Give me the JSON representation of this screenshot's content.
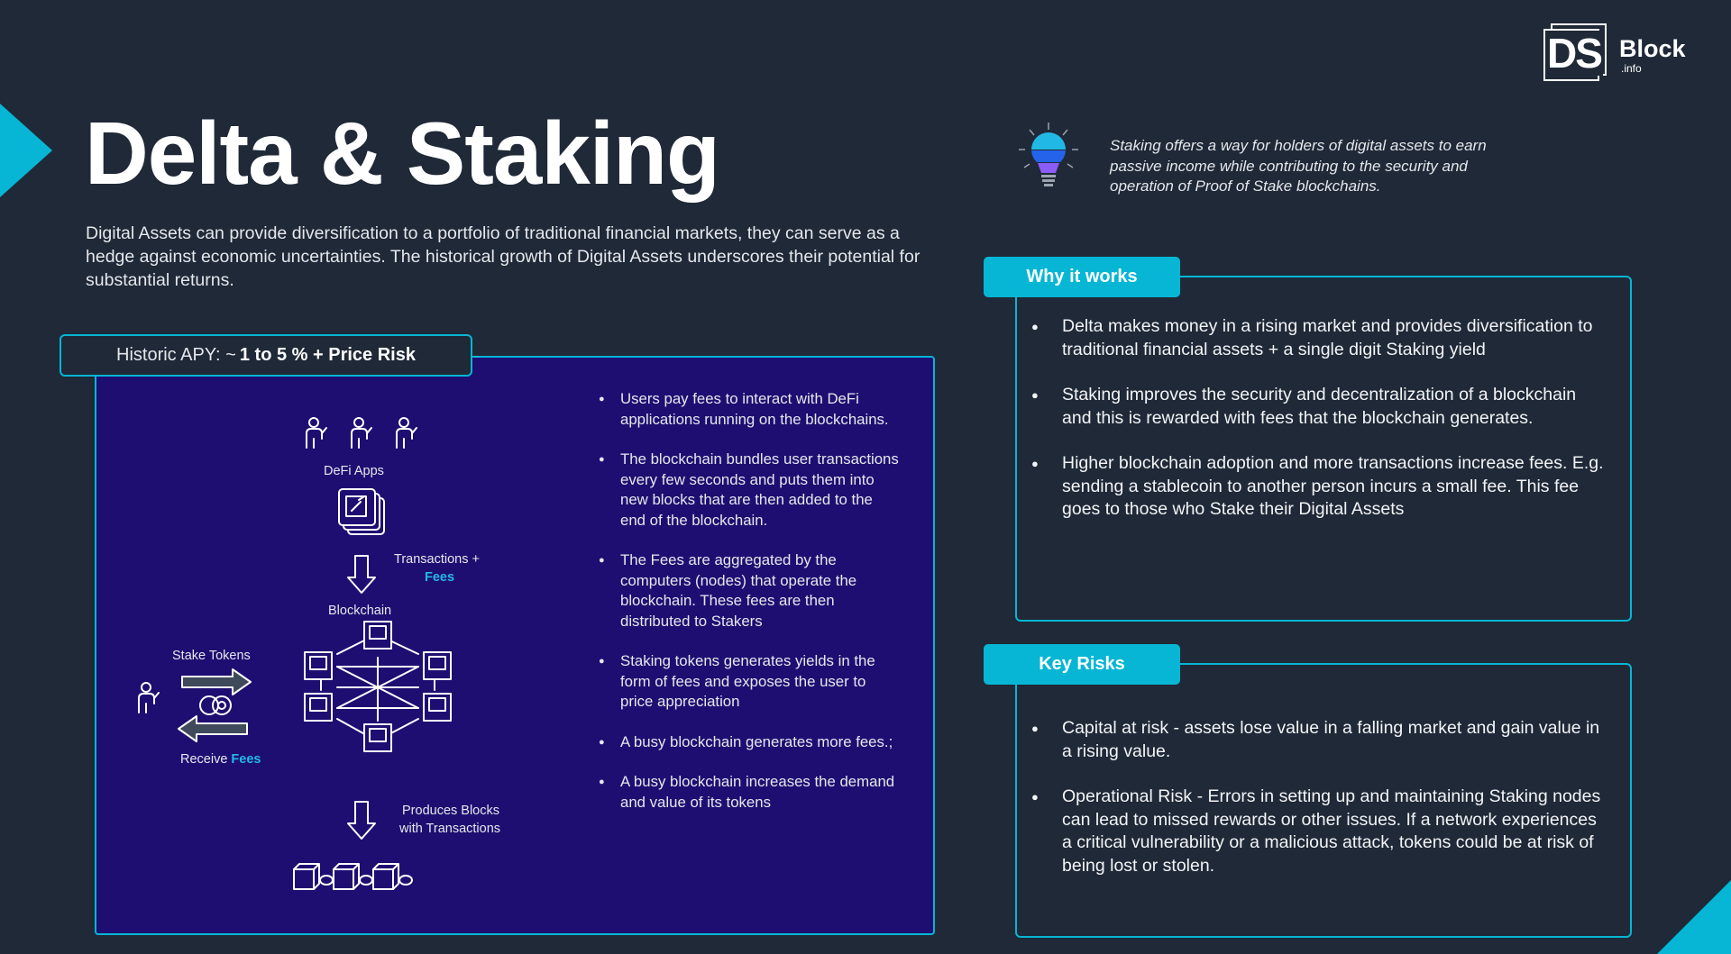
{
  "title": "Delta & Staking",
  "intro": "Digital Assets can provide diversification to a portfolio of traditional financial markets, they can serve as a hedge against economic uncertainties. The historical growth of Digital Assets underscores their potential for substantial returns.",
  "logo": {
    "mark": "DS",
    "name": "Block",
    "suffix": ".info"
  },
  "tip": "Staking offers a way for holders of digital assets to earn passive income while contributing to the security and operation of Proof of Stake blockchains.",
  "apy": {
    "prefix": "Historic APY: ~",
    "value": "1 to 5 % + Price Risk"
  },
  "diagram": {
    "defi_apps": "DeFi Apps",
    "transactions": "Transactions +",
    "fees": "Fees",
    "blockchain": "Blockchain",
    "stake_tokens": "Stake Tokens",
    "receive": "Receive",
    "receive_fees": "Fees",
    "produces_1": "Produces Blocks",
    "produces_2": "with Transactions"
  },
  "flow_points": [
    "Users pay fees to interact with DeFi applications running on the blockchains.",
    "The blockchain bundles user transactions every few seconds and puts them into new blocks that are then added to the end of the blockchain.",
    "The Fees are aggregated by the computers (nodes) that operate the blockchain. These fees are then distributed to Stakers",
    "Staking tokens generates yields in the form of fees and exposes the user to price appreciation",
    "A busy blockchain generates more fees.;",
    "A busy blockchain increases the demand and value of its tokens"
  ],
  "why": {
    "heading": "Why it works",
    "points": [
      "Delta makes money in a rising market and provides diversification to traditional financial assets + a single digit Staking yield",
      "Staking improves the security and decentralization of a blockchain  and this is rewarded with fees that the blockchain generates.",
      "Higher blockchain adoption and more transactions increase fees. E.g. sending a stablecoin to another person incurs a small fee. This fee goes to those who Stake their Digital Assets"
    ]
  },
  "risks": {
    "heading": "Key Risks",
    "points": [
      "Capital at risk - assets lose value in a falling market and gain value in a rising value.",
      "Operational Risk - Errors in setting up and maintaining Staking nodes can lead to missed rewards or other issues. If a network experiences a critical vulnerability or a malicious attack, tokens could be at risk of being lost or stolen."
    ]
  },
  "colors": {
    "background": "#1f2937",
    "accent": "#06b6d4",
    "panel": "#1e0e72",
    "fees": "#22b8e6"
  }
}
